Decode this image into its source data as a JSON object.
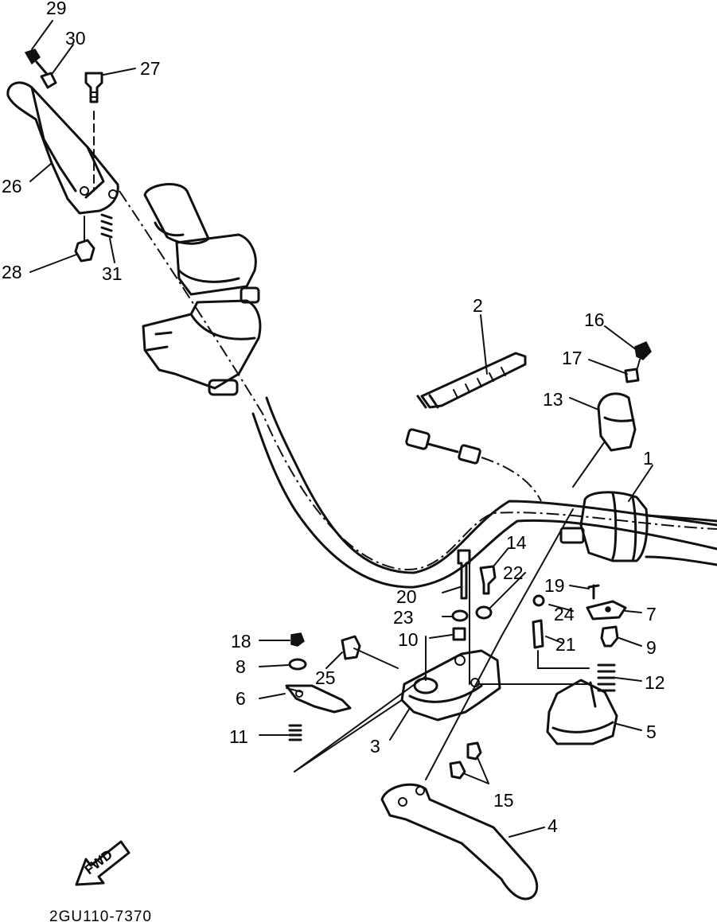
{
  "diagram": {
    "drawing_code": "2GU110-7370",
    "direction_badge": "FWD",
    "callouts": [
      {
        "id": "c1",
        "label": "1"
      },
      {
        "id": "c2",
        "label": "2"
      },
      {
        "id": "c3",
        "label": "3"
      },
      {
        "id": "c4",
        "label": "4"
      },
      {
        "id": "c5",
        "label": "5"
      },
      {
        "id": "c6",
        "label": "6"
      },
      {
        "id": "c7",
        "label": "7"
      },
      {
        "id": "c8",
        "label": "8"
      },
      {
        "id": "c9",
        "label": "9"
      },
      {
        "id": "c10",
        "label": "10"
      },
      {
        "id": "c11",
        "label": "11"
      },
      {
        "id": "c12",
        "label": "12"
      },
      {
        "id": "c13",
        "label": "13"
      },
      {
        "id": "c14",
        "label": "14"
      },
      {
        "id": "c15",
        "label": "15"
      },
      {
        "id": "c16",
        "label": "16"
      },
      {
        "id": "c17",
        "label": "17"
      },
      {
        "id": "c18",
        "label": "18"
      },
      {
        "id": "c19",
        "label": "19"
      },
      {
        "id": "c20",
        "label": "20"
      },
      {
        "id": "c21",
        "label": "21"
      },
      {
        "id": "c22",
        "label": "22"
      },
      {
        "id": "c23",
        "label": "23"
      },
      {
        "id": "c24",
        "label": "24"
      },
      {
        "id": "c25",
        "label": "25"
      },
      {
        "id": "c26",
        "label": "26"
      },
      {
        "id": "c27",
        "label": "27"
      },
      {
        "id": "c28",
        "label": "28"
      },
      {
        "id": "c29",
        "label": "29"
      },
      {
        "id": "c30",
        "label": "30"
      },
      {
        "id": "c31",
        "label": "31"
      }
    ]
  }
}
